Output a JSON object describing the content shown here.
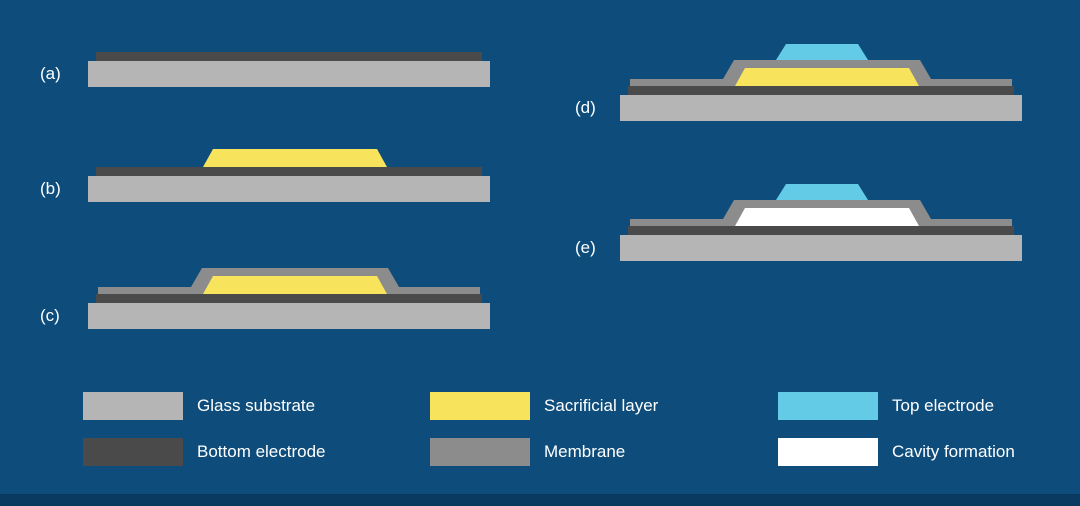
{
  "colors": {
    "background": "#0e4d7b",
    "footer_bar": "#0a3a5f",
    "text": "#ffffff",
    "glass_substrate": "#b5b5b5",
    "bottom_electrode": "#4a4a4a",
    "sacrificial_layer": "#f7e35c",
    "membrane": "#8c8c8c",
    "top_electrode": "#63cbe6",
    "cavity_formation": "#ffffff"
  },
  "steps": [
    {
      "label": "(a)",
      "layers": [
        "glass_substrate",
        "bottom_electrode"
      ]
    },
    {
      "label": "(b)",
      "layers": [
        "glass_substrate",
        "bottom_electrode",
        "sacrificial_layer"
      ]
    },
    {
      "label": "(c)",
      "layers": [
        "glass_substrate",
        "bottom_electrode",
        "sacrificial_layer",
        "membrane"
      ]
    },
    {
      "label": "(d)",
      "layers": [
        "glass_substrate",
        "bottom_electrode",
        "sacrificial_layer",
        "membrane",
        "top_electrode"
      ]
    },
    {
      "label": "(e)",
      "layers": [
        "glass_substrate",
        "bottom_electrode",
        "cavity_formation",
        "membrane",
        "top_electrode"
      ]
    }
  ],
  "legend": {
    "items": [
      {
        "label": "Glass substrate",
        "color_key": "glass_substrate"
      },
      {
        "label": "Bottom electrode",
        "color_key": "bottom_electrode"
      },
      {
        "label": "Sacrificial layer",
        "color_key": "sacrificial_layer"
      },
      {
        "label": "Membrane",
        "color_key": "membrane"
      },
      {
        "label": "Top electrode",
        "color_key": "top_electrode"
      },
      {
        "label": "Cavity formation",
        "color_key": "cavity_formation"
      }
    ]
  }
}
